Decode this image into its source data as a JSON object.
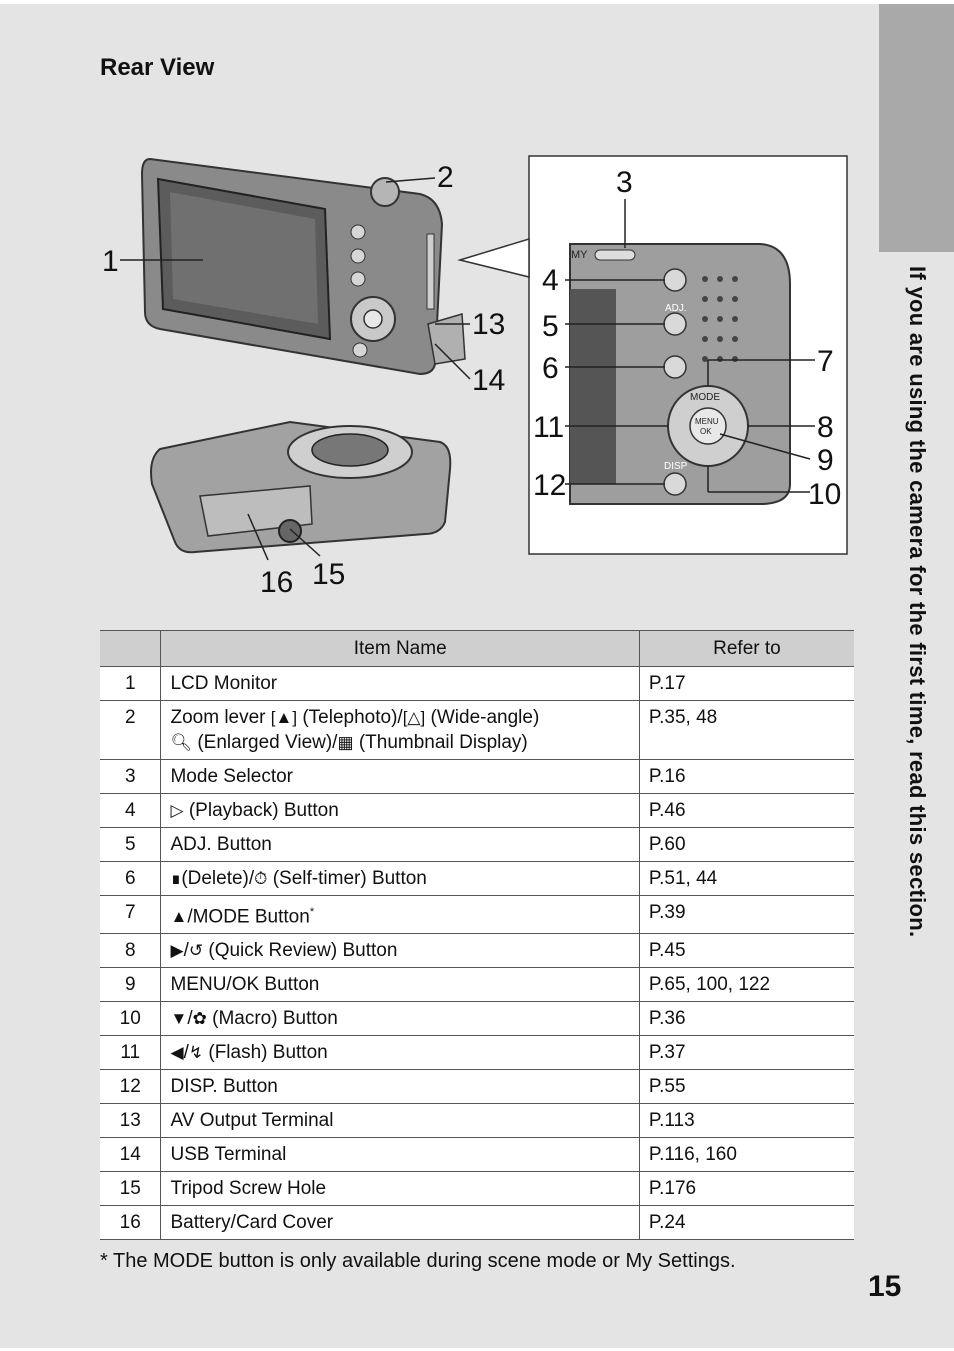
{
  "section_title": "Rear View",
  "side_tab_text": "If you are using the camera for the first time, read this section.",
  "callouts": [
    "1",
    "2",
    "3",
    "4",
    "5",
    "6",
    "7",
    "8",
    "9",
    "10",
    "11",
    "12",
    "13",
    "14",
    "15",
    "16"
  ],
  "inset_labels": {
    "my": "MY",
    "adj": "ADJ.",
    "mode": "MODE",
    "menu": "MENU",
    "ok": "OK",
    "disp": "DISP"
  },
  "table": {
    "headers": [
      "",
      "Item Name",
      "Refer to"
    ],
    "rows": [
      {
        "num": "1",
        "name": "LCD Monitor",
        "ref": "P.17"
      },
      {
        "num": "2",
        "name_parts": [
          "Zoom lever",
          "(Telephoto)/",
          "(Wide-angle)",
          "(Enlarged View)/",
          "(Thumbnail Display)"
        ],
        "ref": "P.35, 48"
      },
      {
        "num": "3",
        "name": "Mode Selector",
        "ref": "P.16"
      },
      {
        "num": "4",
        "name": "(Playback) Button",
        "ref": "P.46"
      },
      {
        "num": "5",
        "name": "ADJ. Button",
        "ref": "P.60"
      },
      {
        "num": "6",
        "name_parts": [
          "(Delete)/",
          "(Self-timer) Button"
        ],
        "ref": "P.51, 44"
      },
      {
        "num": "7",
        "name": "/MODE Button",
        "note": "*",
        "ref": "P.39"
      },
      {
        "num": "8",
        "name_parts": [
          "/",
          "(Quick Review) Button"
        ],
        "ref": "P.45"
      },
      {
        "num": "9",
        "name": "MENU/OK Button",
        "ref": "P.65, 100, 122"
      },
      {
        "num": "10",
        "name_parts": [
          "/",
          "(Macro) Button"
        ],
        "ref": "P.36"
      },
      {
        "num": "11",
        "name_parts": [
          "/",
          "(Flash) Button"
        ],
        "ref": "P.37"
      },
      {
        "num": "12",
        "name": "DISP. Button",
        "ref": "P.55"
      },
      {
        "num": "13",
        "name": "AV Output Terminal",
        "ref": "P.113"
      },
      {
        "num": "14",
        "name": "USB Terminal",
        "ref": "P.116, 160"
      },
      {
        "num": "15",
        "name": "Tripod Screw Hole",
        "ref": "P.176"
      },
      {
        "num": "16",
        "name": "Battery/Card Cover",
        "ref": "P.24"
      }
    ]
  },
  "footnote": "*  The MODE button is only available during scene mode or My Settings.",
  "page_number": "15"
}
